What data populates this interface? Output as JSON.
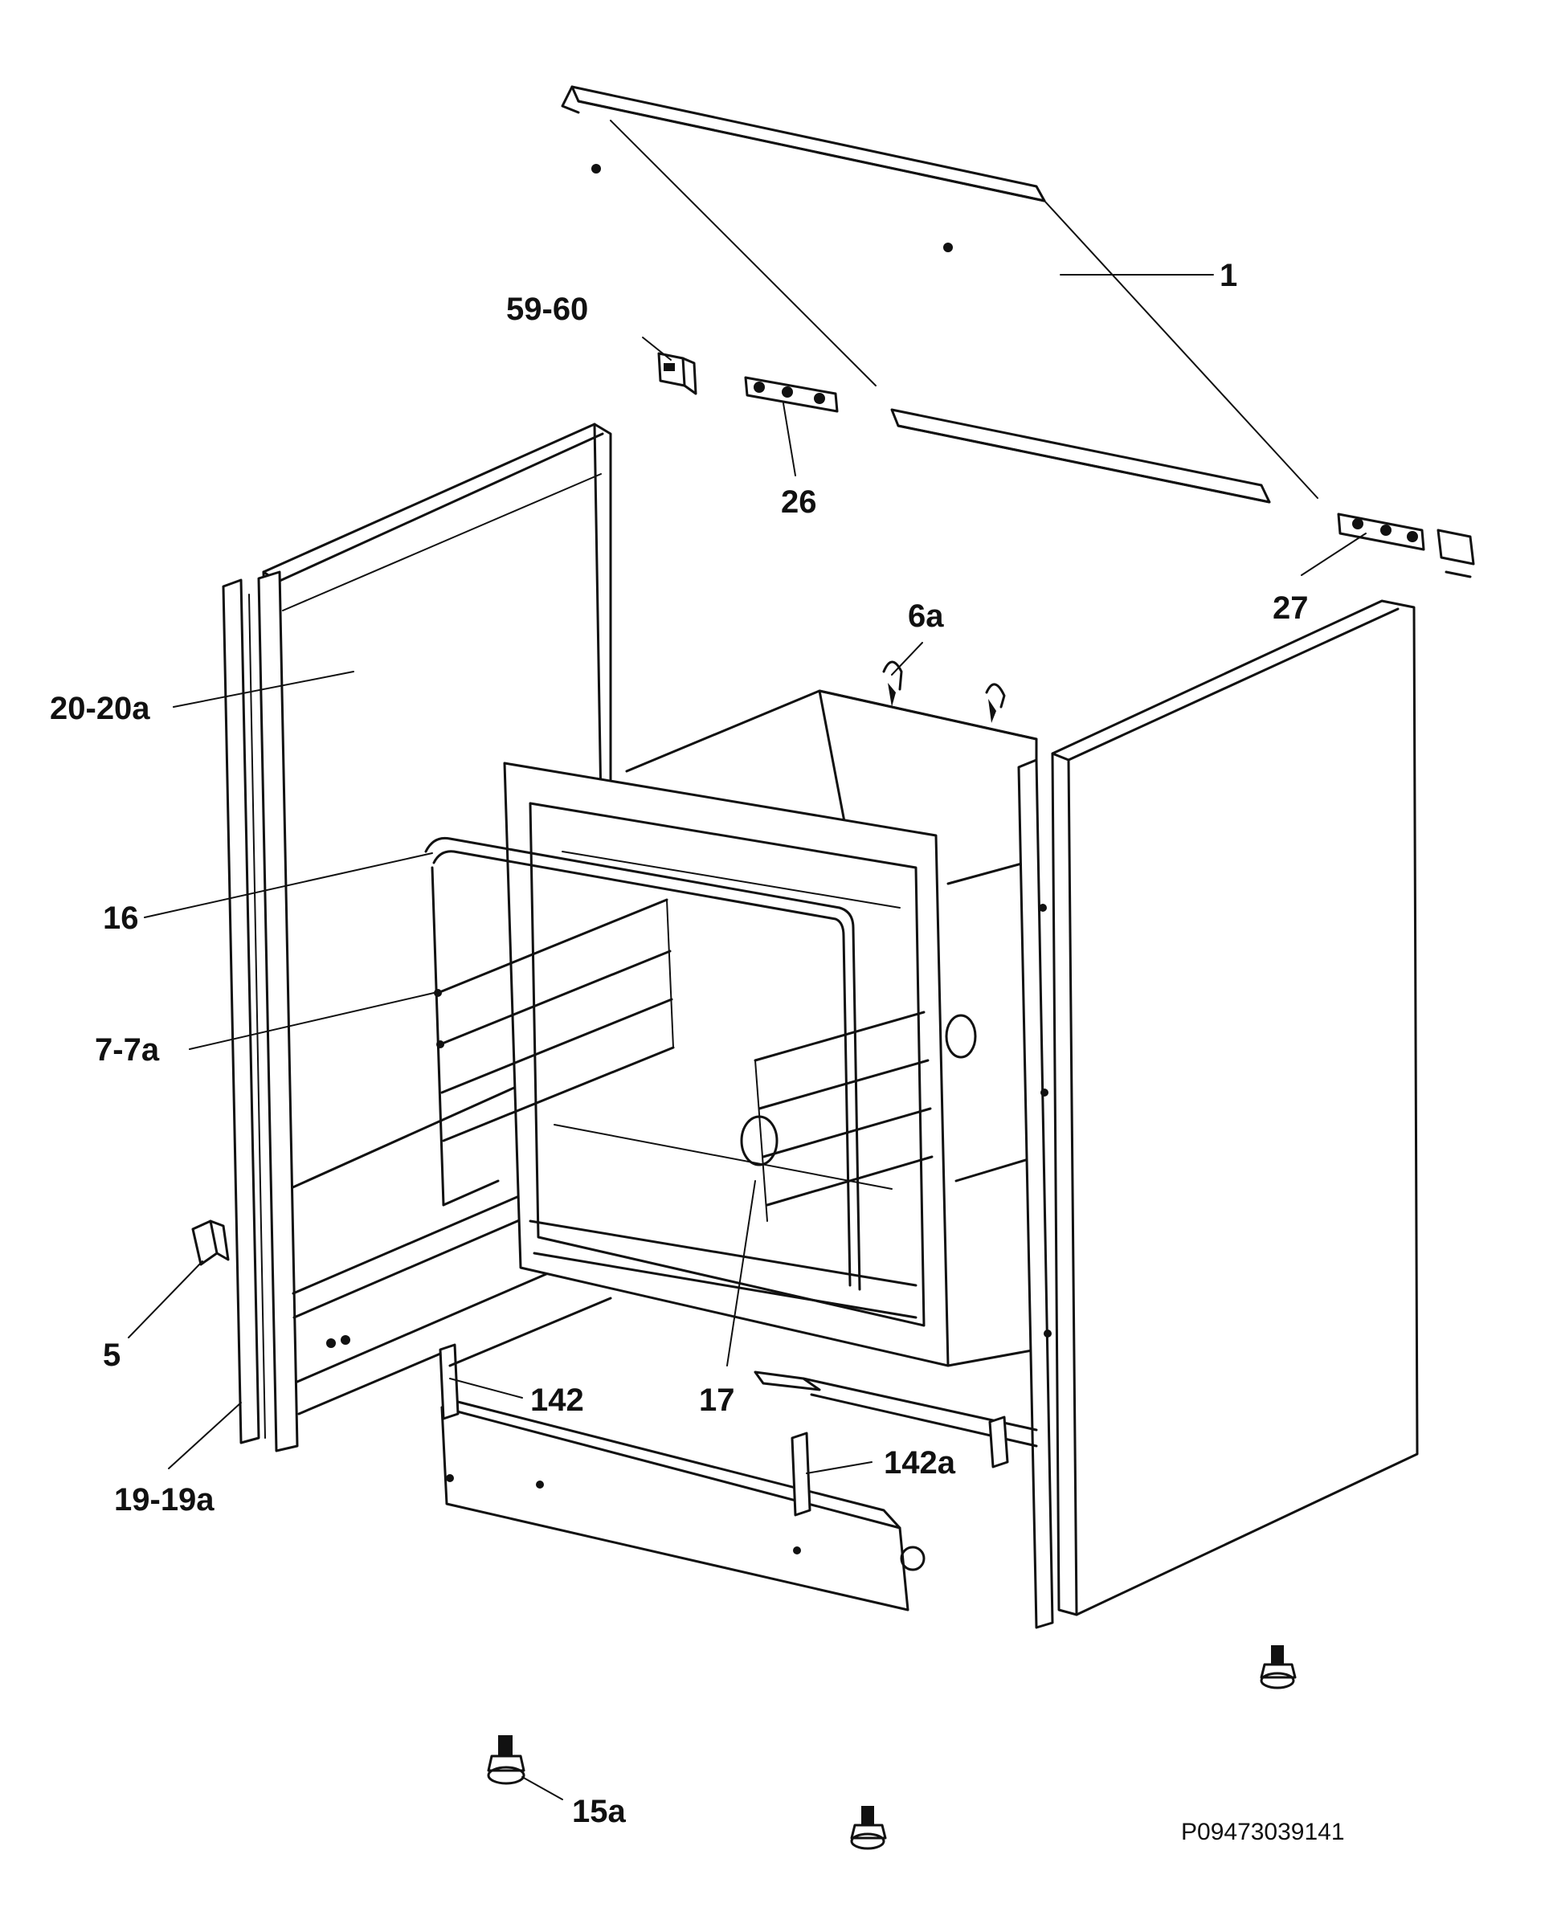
{
  "callouts": {
    "c1": "1",
    "c59_60": "59-60",
    "c26": "26",
    "c27": "27",
    "c6a": "6a",
    "c20_20a": "20-20a",
    "c16": "16",
    "c7_7a": "7-7a",
    "c5": "5",
    "c19_19a": "19-19a",
    "c142": "142",
    "c17": "17",
    "c142a": "142a",
    "c15a": "15a"
  },
  "drawing_code": "P09473039141"
}
